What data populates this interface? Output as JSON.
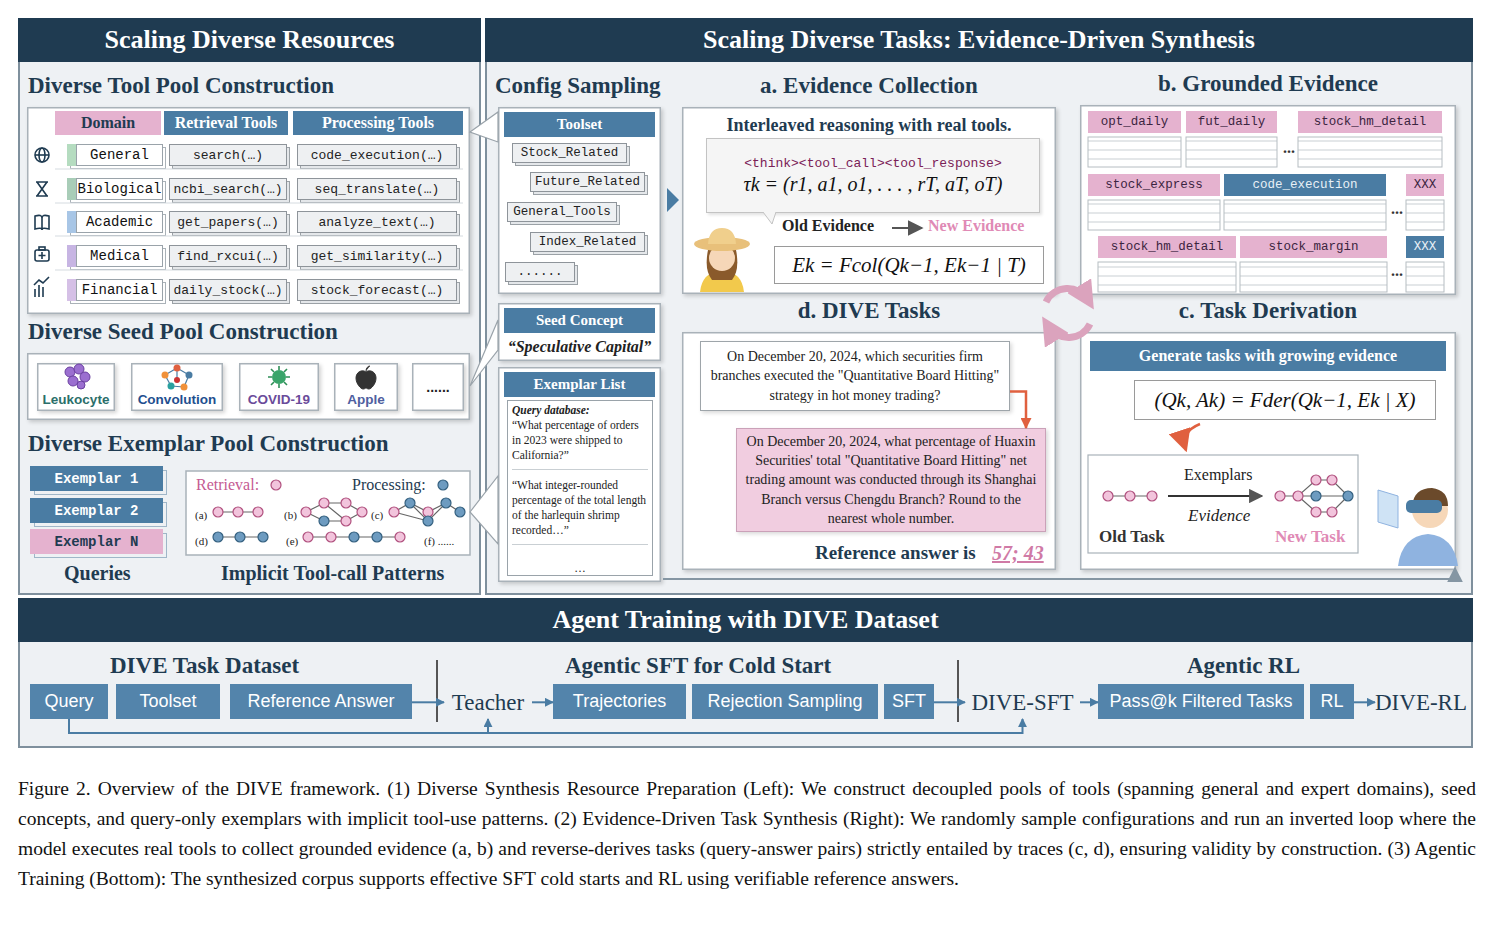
{
  "diagram": {
    "caption": "Figure 2. Overview of the DIVE framework. (1) Diverse Synthesis Resource Preparation (Left): We construct decoupled pools of tools (spanning general and expert domains), seed concepts, and query-only exemplars with implicit tool-use patterns. (2) Evidence-Driven Task Synthesis (Right): We randomly sample configurations and run an inverted loop where the model executes real tools to collect grounded evidence (a, b) and reverse-derives tasks (query-answer pairs) strictly entailed by traces (c, d), ensuring validity by construction. (3) Agentic Training (Bottom): The synthesized corpus supports effective SFT cold starts and RL using verifiable reference answers.",
    "nodes": [
      {
        "text": [
          "Scaling Diverse Resources"
        ]
      },
      {
        "text": [
          "Scaling Diverse Tasks: Evidence-Driven Synthesis"
        ]
      },
      {
        "text": [
          "Agent Training with DIVE Dataset"
        ]
      },
      {
        "text": [
          "Diverse Tool Pool Construction"
        ],
        "in": 0
      },
      {
        "text": [
          "Domain"
        ],
        "in": 3
      },
      {
        "text": [
          "Retrieval Tools"
        ],
        "in": 3
      },
      {
        "text": [
          "Processing Tools"
        ],
        "in": 3
      },
      {
        "text": [
          "General"
        ],
        "in": 3
      },
      {
        "text": [
          "search(…)"
        ],
        "in": 3
      },
      {
        "text": [
          "code_execution(…)"
        ],
        "in": 3
      },
      {
        "text": [
          "Biological"
        ],
        "in": 3
      },
      {
        "text": [
          "ncbi_search(…)"
        ],
        "in": 3
      },
      {
        "text": [
          "seq_translate(…)"
        ],
        "in": 3
      },
      {
        "text": [
          "Academic"
        ],
        "in": 3
      },
      {
        "text": [
          "get_papers(…)"
        ],
        "in": 3
      },
      {
        "text": [
          "analyze_text(…)"
        ],
        "in": 3
      },
      {
        "text": [
          "Medical"
        ],
        "in": 3
      },
      {
        "text": [
          "find_rxcui(…)"
        ],
        "in": 3
      },
      {
        "text": [
          "get_similarity(…)"
        ],
        "in": 3
      },
      {
        "text": [
          "Financial"
        ],
        "in": 3
      },
      {
        "text": [
          "daily_stock(…)"
        ],
        "in": 3
      },
      {
        "text": [
          "stock_forecast(…)"
        ],
        "in": 3
      },
      {
        "text": [
          "Diverse Seed Pool Construction"
        ],
        "in": 0
      },
      {
        "text": [
          "Leukocyte"
        ],
        "in": 22
      },
      {
        "text": [
          "Convolution"
        ],
        "in": 22
      },
      {
        "text": [
          "COVID-19"
        ],
        "in": 22
      },
      {
        "text": [
          "Apple"
        ],
        "in": 22
      },
      {
        "text": [
          "......"
        ],
        "in": 22
      },
      {
        "text": [
          "Exemplar 1"
        ],
        "in": 0
      },
      {
        "text": [
          "Exemplar 2"
        ],
        "in": 0
      },
      {
        "text": [
          "Exemplar N"
        ],
        "in": 0
      },
      {
        "text": [
          "Toolset"
        ],
        "in": 1
      },
      {
        "text": [
          "Stock_Related"
        ],
        "in": 31
      },
      {
        "text": [
          "Future_Related"
        ],
        "in": 31
      },
      {
        "text": [
          "General_Tools"
        ],
        "in": 31
      },
      {
        "text": [
          "Index_Related"
        ],
        "in": 31
      },
      {
        "text": [
          "......"
        ],
        "in": 31
      },
      {
        "text": [
          "Seed Concept",
          "“Speculative Capital”"
        ],
        "in": 1
      },
      {
        "text": [
          "Exemplar List"
        ],
        "in": 1
      },
      {
        "text": [
          "Query database:",
          "“What percentage of orders in 2023 were shipped to California?”",
          "“What integer-rounded percentage of the total length of the harlequin shrimp recorded…”",
          "…"
        ],
        "in": 38
      },
      {
        "text": [
          "a. Evidence Collection",
          "Interleaved reasoning with real tools."
        ],
        "in": 1
      },
      {
        "text": [
          "<think><tool_call><tool_response>",
          "τk = (r1, a1, o1, . . . , rT, aT, oT)"
        ],
        "in": 40
      },
      {
        "text": [
          "Ek = Fcol(Qk−1, Ek−1 | T)"
        ],
        "in": 40
      },
      {
        "text": [
          "b. Grounded Evidence"
        ],
        "in": 1
      },
      {
        "text": [
          "opt_daily"
        ],
        "in": 43
      },
      {
        "text": [
          "fut_daily"
        ],
        "in": 43
      },
      {
        "text": [
          "stock_hm_detail"
        ],
        "in": 43
      },
      {
        "text": [
          "stock_express"
        ],
        "in": 43
      },
      {
        "text": [
          "code_execution"
        ],
        "in": 43
      },
      {
        "text": [
          "XXX"
        ],
        "in": 43
      },
      {
        "text": [
          "stock_hm_detail"
        ],
        "in": 43
      },
      {
        "text": [
          "stock_margin"
        ],
        "in": 43
      },
      {
        "text": [
          "XXX"
        ],
        "in": 43
      },
      {
        "text": [
          "c. Task Derivation",
          "Generate tasks with growing evidence"
        ],
        "in": 1
      },
      {
        "text": [
          "(Qk, Ak) = Fder(Qk−1, Ek | X)"
        ],
        "in": 53
      },
      {
        "text": [
          "d. DIVE Tasks"
        ],
        "in": 1
      },
      {
        "text": [
          "On December 20, 2024, which securities firm branches executed the \"Quantitative Board Hitting\" strategy in hot money trading?"
        ],
        "in": 55
      },
      {
        "text": [
          "On December 20, 2024, what percentage of Huaxin Securities' total \"Quantitative Board Hitting\" net trading amount was conducted through its Shanghai Branch versus Chengdu Branch? Round to the nearest whole number."
        ],
        "in": 55
      },
      {
        "text": [
          "Query"
        ],
        "in": 2
      },
      {
        "text": [
          "Toolset"
        ],
        "in": 2
      },
      {
        "text": [
          "Reference Answer"
        ],
        "in": 2
      },
      {
        "text": [
          "Teacher"
        ],
        "in": 2
      },
      {
        "text": [
          "Trajectories"
        ],
        "in": 2
      },
      {
        "text": [
          "Rejection Sampling"
        ],
        "in": 2
      },
      {
        "text": [
          "SFT"
        ],
        "in": 2
      },
      {
        "text": [
          "DIVE-SFT"
        ],
        "in": 2
      },
      {
        "text": [
          "Pass@k Filtered Tasks"
        ],
        "in": 2
      },
      {
        "text": [
          "RL"
        ],
        "in": 2
      },
      {
        "text": [
          "DIVE-RL"
        ],
        "in": 2
      }
    ],
    "edges": [
      {
        "from": 60,
        "to": 61,
        "arrow": "to"
      },
      {
        "from": 61,
        "to": 62,
        "arrow": "to"
      },
      {
        "from": 64,
        "to": 65,
        "arrow": "to"
      },
      {
        "from": 65,
        "to": 66,
        "arrow": "to"
      },
      {
        "from": 67,
        "to": 68,
        "arrow": "to"
      },
      {
        "from": 58,
        "to": 61,
        "arrow": "to"
      },
      {
        "from": 58,
        "to": 65,
        "arrow": "to"
      },
      {
        "from": 56,
        "to": 57,
        "arrow": "to"
      }
    ],
    "labels": [
      "Diverse Exemplar Pool Construction",
      "Queries",
      "Retrieval:",
      "Processing:",
      "(a)",
      "(b)",
      "(c)",
      "(d)",
      "(e)",
      "(f) ......",
      "Implicit Tool-call Patterns",
      "Config Sampling",
      "Old Evidence",
      "New Evidence",
      "...",
      "...",
      "...",
      "Old Task",
      "Exemplars",
      "Evidence",
      "New Task",
      "Reference answer is",
      "57; 43",
      "DIVE Task Dataset",
      "Agentic SFT for Cold Start",
      "Agentic RL"
    ]
  }
}
